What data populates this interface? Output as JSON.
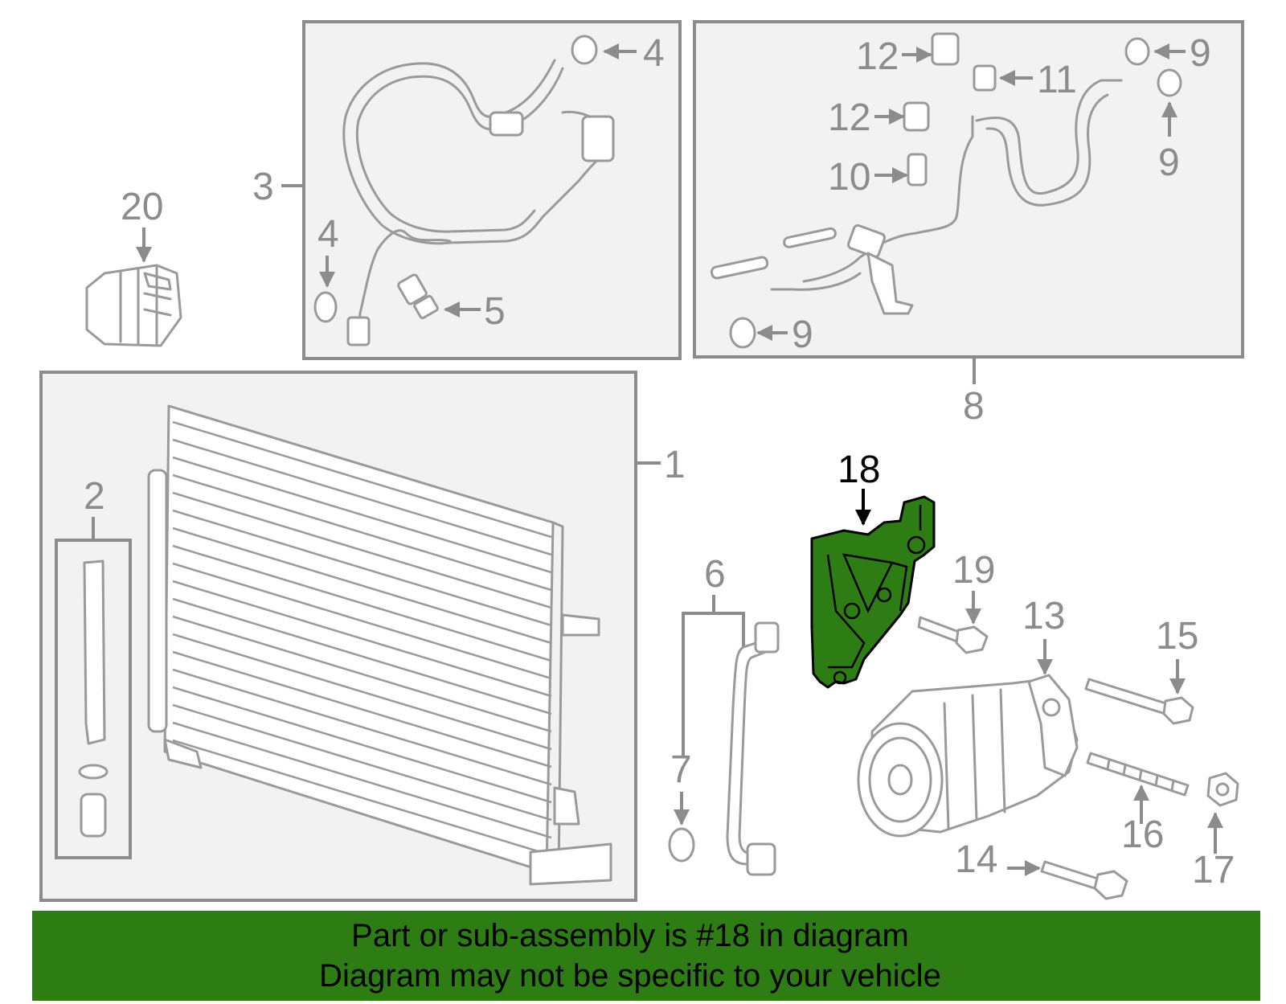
{
  "diagram": {
    "highlight_color": "#2e7d14",
    "highlighted_part": "18",
    "callouts": {
      "c1": "1",
      "c2": "2",
      "c3": "3",
      "c4a": "4",
      "c4b": "4",
      "c5": "5",
      "c6": "6",
      "c7": "7",
      "c8": "8",
      "c9a": "9",
      "c9b": "9",
      "c9c": "9",
      "c10": "10",
      "c11": "11",
      "c12a": "12",
      "c12b": "12",
      "c13": "13",
      "c14": "14",
      "c15": "15",
      "c16": "16",
      "c17": "17",
      "c18": "18",
      "c19": "19",
      "c20": "20"
    }
  },
  "banner": {
    "line1": "Part or sub-assembly is #18 in diagram",
    "line2": "Diagram may not be specific to your vehicle"
  }
}
